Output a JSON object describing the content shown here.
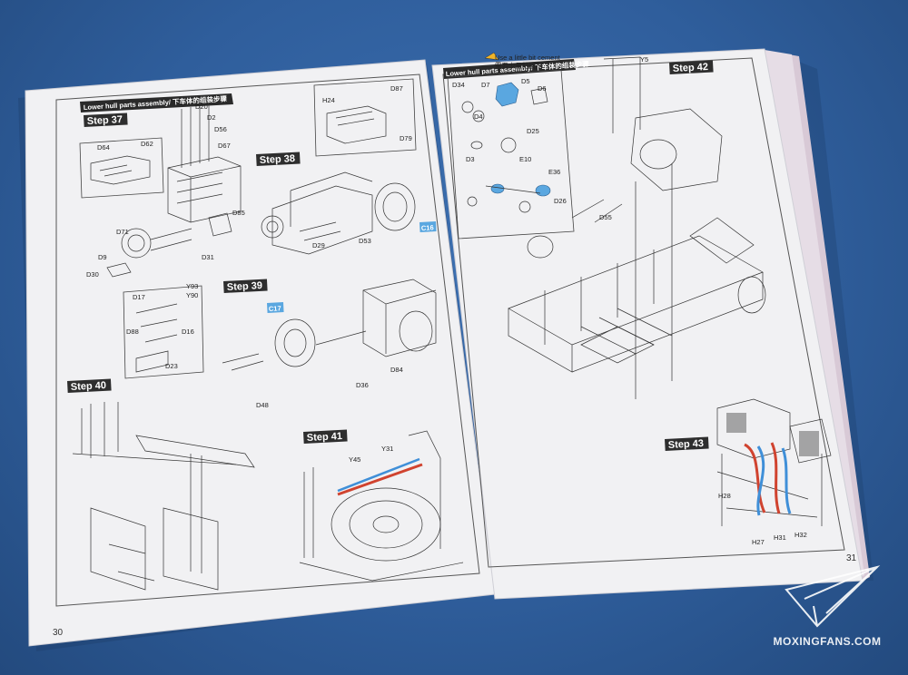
{
  "left_page": {
    "header": "Lower hull parts assembly/ 下车体的组装步骤",
    "page_number": "30",
    "steps": [
      "Step 37",
      "Step 38",
      "Step 39",
      "Step 40",
      "Step 41"
    ],
    "badges": [
      "C16",
      "C17"
    ],
    "parts": [
      "D20",
      "D2",
      "D56",
      "D67",
      "D64",
      "D62",
      "D71",
      "D85",
      "D9",
      "D31",
      "D30",
      "H24",
      "D87",
      "D79",
      "D29",
      "D53",
      "D17",
      "Y93",
      "Y90",
      "D88",
      "D16",
      "D23",
      "D84",
      "D36",
      "D48",
      "Y45",
      "Y31"
    ]
  },
  "right_page": {
    "header": "Lower hull parts assembly/ 下车体的组装步骤",
    "page_number": "31",
    "steps": [
      "Step 42",
      "Step 43"
    ],
    "note_line1": "Use a little bit cement",
    "note_line2": "需要少量粘接剂",
    "parts": [
      "Y5",
      "D34",
      "D7",
      "D5",
      "D6",
      "D4",
      "D25",
      "D3",
      "E10",
      "E36",
      "D26",
      "D55",
      "H28",
      "H27",
      "H31",
      "H32"
    ]
  },
  "watermark": "MOXINGFANS.COM",
  "colors": {
    "background": "#2f5e9c",
    "page": "#f1f1f3",
    "step_badge": "#2e2e2e",
    "part_badge": "#5aa7e0",
    "wire_red": "#d0432f",
    "wire_blue": "#3f8fd8"
  }
}
